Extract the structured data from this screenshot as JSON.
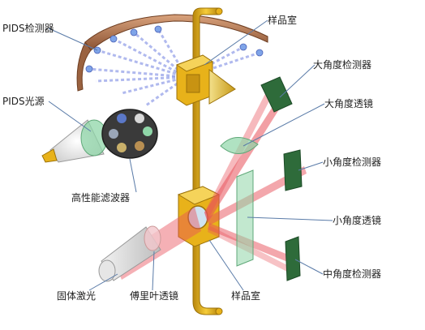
{
  "labels": {
    "pids_detector": "PIDS检测器",
    "sample_chamber_top": "样品室",
    "large_angle_detector": "大角度检测器",
    "large_angle_lens": "大角度透镜",
    "pids_light_source": "PIDS光源",
    "small_angle_detector": "小角度检测器",
    "high_performance_filter": "高性能滤波器",
    "small_angle_lens": "小角度透镜",
    "middle_angle_detector": "中角度检测器",
    "solid_laser": "固体激光",
    "fourier_lens": "傅里叶透镜",
    "sample_chamber_bottom": "样品室"
  },
  "colors": {
    "gold": "#E8B21A",
    "gold_dark": "#B8860B",
    "copper": "#B5754F",
    "laser_red": "#E8505A",
    "pids_blue": "#6F7FE0",
    "detector_green": "#2E6B3A",
    "lens_green": "#8FD6A8",
    "filter_dark": "#3A3A3A"
  }
}
